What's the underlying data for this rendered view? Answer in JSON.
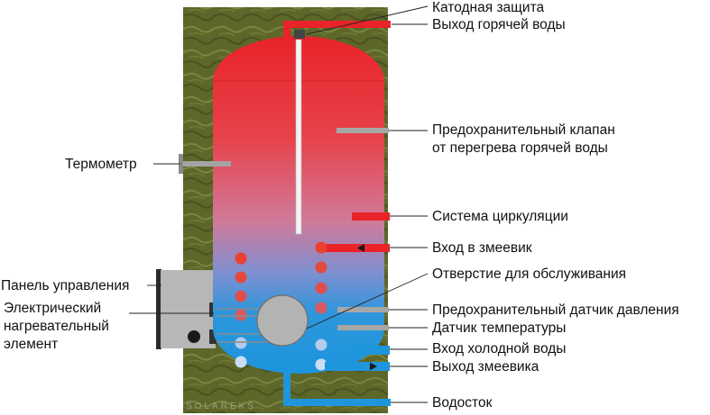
{
  "labels": {
    "cathodic": "Катодная защита",
    "hot_out": "Выход горячей воды",
    "valve_line1": "Предохранительный клапан",
    "valve_line2": "от перегрева горячей воды",
    "thermometer": "Термометр",
    "circulation": "Система циркуляции",
    "coil_in": "Вход в змеевик",
    "service": "Отверстие для обслуживания",
    "control_panel": "Панель управления",
    "heater_line1": "Электрический",
    "heater_line2": "нагревательный",
    "heater_line3": "элемент",
    "pressure_sensor": "Предохранительный датчик давления",
    "temp_sensor": "Датчик температуры",
    "cold_in": "Вход холодной воды",
    "coil_out": "Выход змеевика",
    "drain": "Водосток"
  },
  "brand": "SOLAREKS",
  "colors": {
    "hot": "#e8232a",
    "cold": "#1e96de",
    "insulation": "#5f6a2c",
    "fitting": "#a3a3a3",
    "panel": "#b9b9b9"
  }
}
